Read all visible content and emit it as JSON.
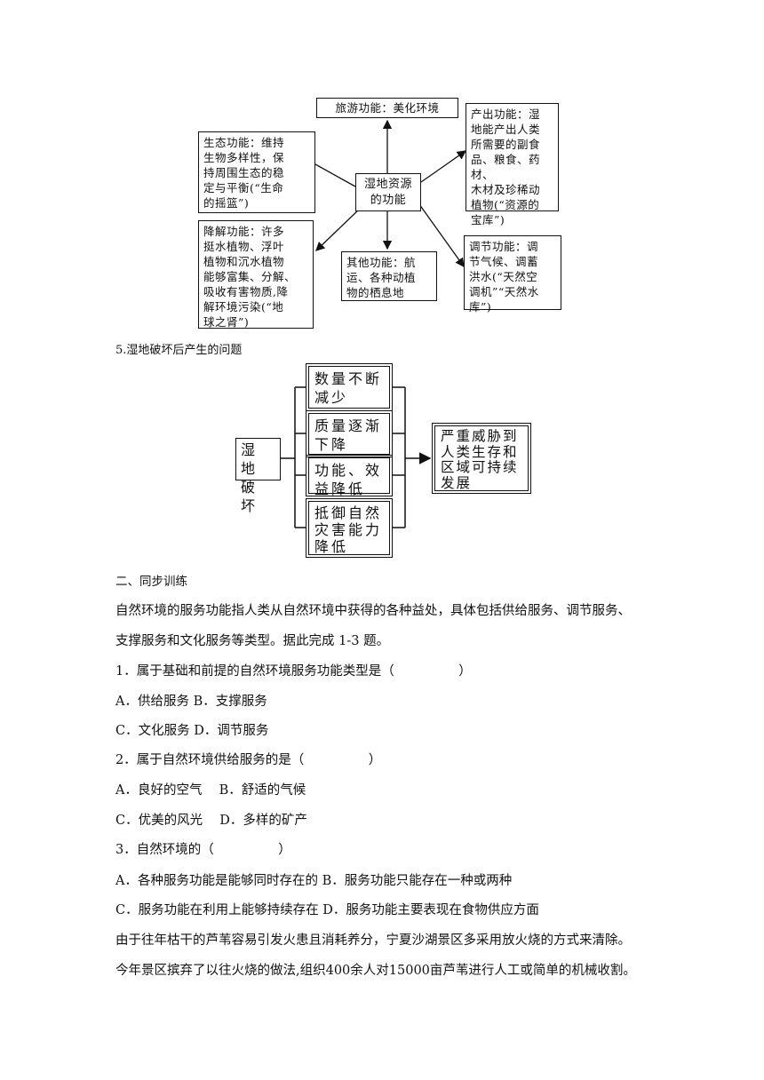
{
  "diagram1": {
    "tourism": "旅游功能：美化环境",
    "ecology": "生态功能：维持\n生物多样性，保\n持周围生态的稳\n定与平衡(“生命\n的摇篮”)",
    "center": "湿地资源\n的功能",
    "production": "产出功能：湿\n地能产出人类\n所需要的副食\n品、粮食、药材、\n木材及珍稀动\n植物(“资源的\n宝库”)",
    "degradation": "降解功能：许多\n挺水植物、浮叶\n植物和沉水植物\n能够富集、分解、\n吸收有害物质,降\n解环境污染(“地\n球之肾”)",
    "other": "其他功能：航\n运、各种动植\n物的栖息地",
    "regulation": "调节功能：调\n节气候、调蓄\n洪水(“天然空\n调机”“天然水\n库”)"
  },
  "section5_title": "5.湿地破坏后产生的问题",
  "diagram2": {
    "source": "湿地\n破坏",
    "effects": [
      "数量不断\n减少",
      "质量逐渐\n下降",
      "功能、效\n益降低",
      "抵御自然\n灾害能力\n降低"
    ],
    "result": "严重威胁到\n人类生存和\n区域可持续\n发展"
  },
  "section2_title": "二、同步训练",
  "intro": [
    "自然环境的服务功能指人类从自然环境中获得的各种益处，具体包括供给服务、调节服务、",
    "支撑服务和文化服务等类型。据此完成 1-3 题。"
  ],
  "q1": "1．属于基础和前提的自然环境服务功能类型是（　　　　　）",
  "q1_ab": "A．供给服务 B．支撑服务",
  "q1_cd": "C．文化服务 D．调节服务",
  "q2": "2．属于自然环境供给服务的是（　　　　　）",
  "q2_ab": "A．良好的空气　 B．舒适的气候",
  "q2_cd": "C．优美的风光　 D．多样的矿产",
  "q3": "3．自然环境的（　　　　　）",
  "q3_ab": "A．各种服务功能是能够同时存在的 B．服务功能只能存在一种或两种",
  "q3_cd": "C．服务功能在利用上能够持续存在 D．服务功能主要表现在食物供应方面",
  "para": [
    "由于往年枯干的芦苇容易引发火患且消耗养分，宁夏沙湖景区多采用放火烧的方式来清除。",
    "今年景区摈弃了以往火烧的做法,组织400余人对15000亩芦苇进行人工或简单的机械收割。"
  ]
}
